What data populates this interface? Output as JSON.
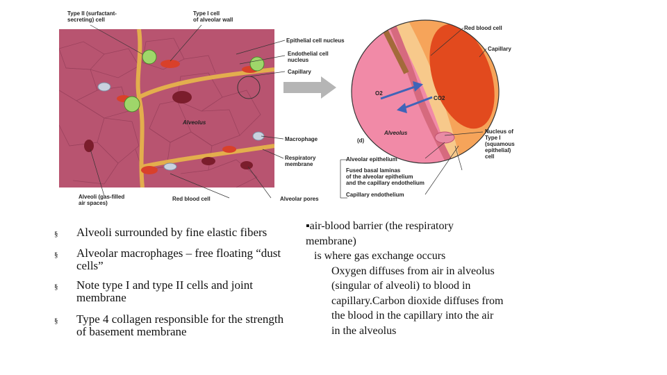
{
  "figure": {
    "labels": {
      "type2": "Type II (surfactant-\nsecreting) cell",
      "type1": "Type I cell\nof alveolar wall",
      "epithelial_nucleus": "Epithelial cell nucleus",
      "endothelial_nucleus": "Endothelial cell\nnucleus",
      "capillary_left": "Capillary",
      "alveolus_left": "Alveolus",
      "macrophage": "Macrophage",
      "respiratory_membrane": "Respiratory\nmembrane",
      "alveoli": "Alveoli (gas-filled\nair spaces)",
      "rbc_bottom": "Red blood cell",
      "alveolar_pores": "Alveolar pores",
      "rbc_right": "Red blood cell",
      "capillary_right": "Capillary",
      "o2": "O2",
      "co2": "CO2",
      "alveolus_right": "Alveolus",
      "panel_d": "(d)",
      "nucleus_type1": "Nucleus of\nType I\n(squamous\nepithelial)\ncell",
      "alveolar_epithelium": "Alveolar epithelium",
      "fused_basal": "Fused basal laminas\nof the alveolar epithelium\nand the capillary endothelium",
      "capillary_endothelium": "Capillary endothelium"
    }
  },
  "bullets": [
    "Alveoli surrounded by fine elastic fibers",
    "Alveolar macrophages – free floating “dust cells”",
    "Note type I and type II cells and joint membrane",
    "Type 4 collagen responsible for the strength of basement membrane"
  ],
  "bullet_marker": "§",
  "right_text": {
    "line1": "▪air-blood barrier (the respiratory",
    "line2": "membrane)",
    "line3": "is where gas exchange occurs",
    "line4": "Oxygen diffuses from air in alveolus",
    "line5": "(singular of alveoli) to blood in",
    "line6": "capillary.Carbon dioxide diffuses from",
    "line7": "the blood in  the capillary  into the air",
    "line8": "in the alveolus"
  }
}
